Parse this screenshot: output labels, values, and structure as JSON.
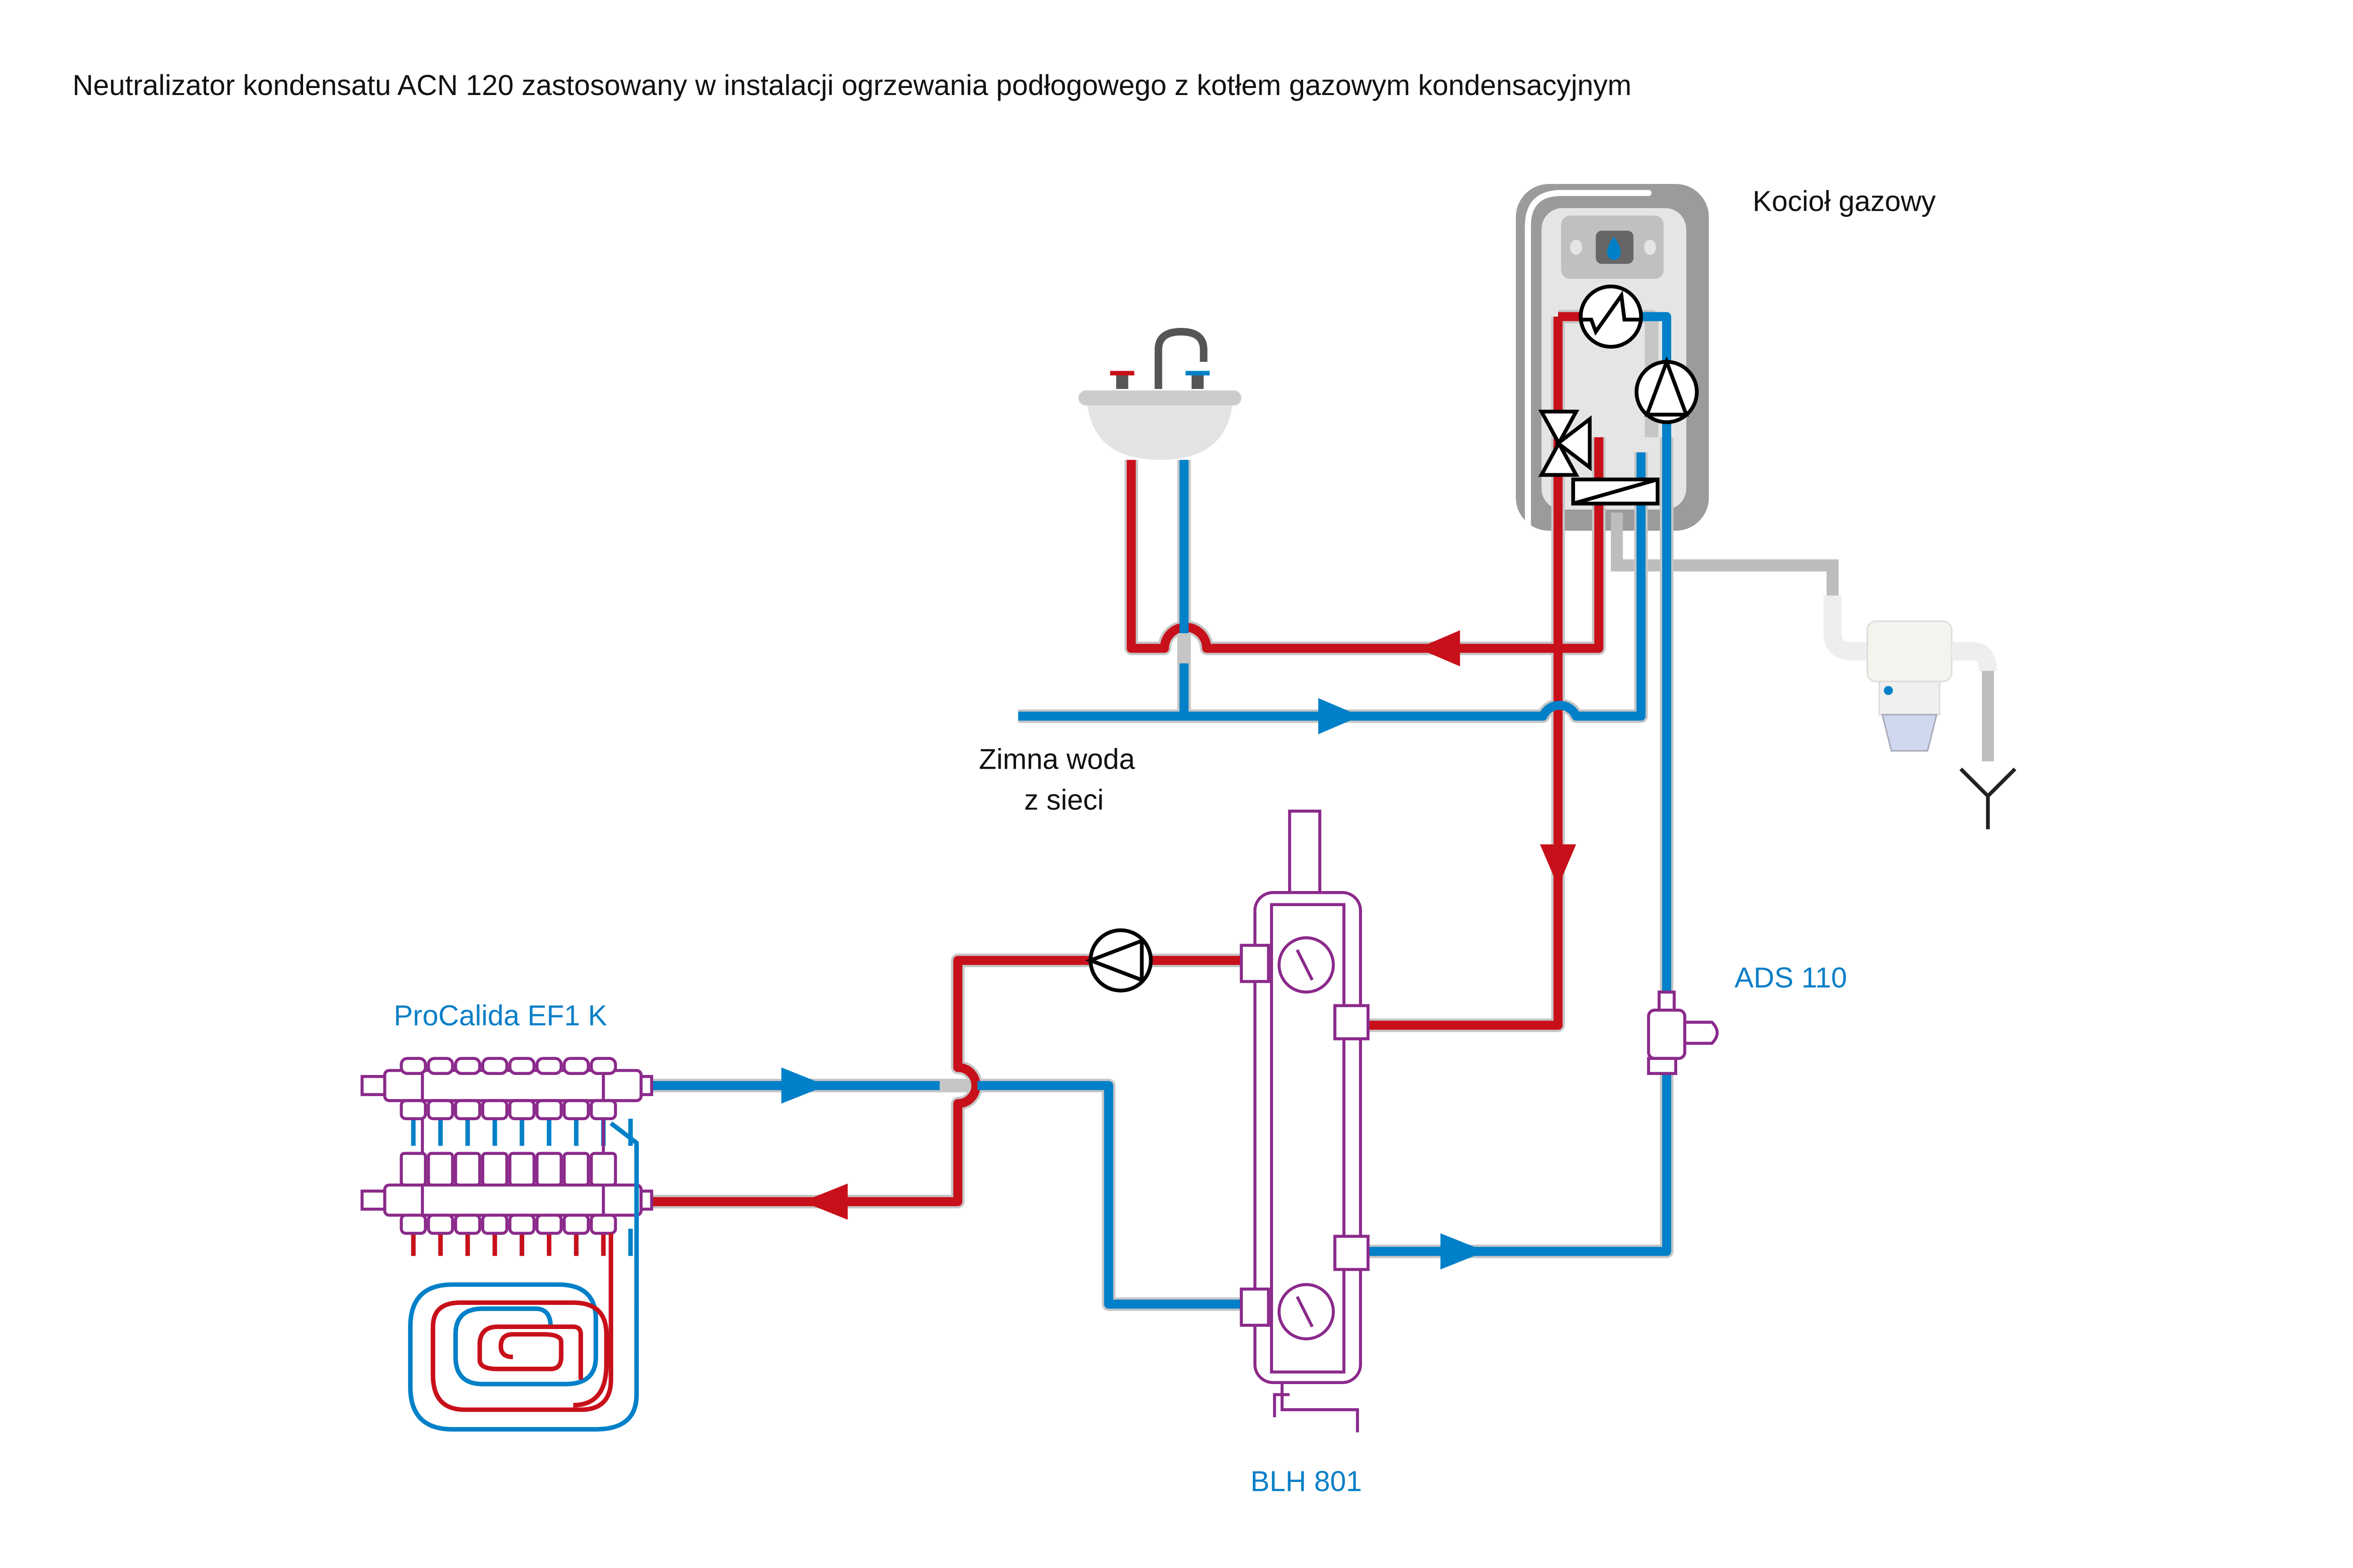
{
  "title": "Neutralizator kondensatu ACN 120 zastosowany w instalacji ogrzewania podłogowego z kotłem gazowym kondensacyjnym",
  "labels": {
    "boiler": "Kocioł gazowy",
    "cold_water_line1": "Zimna woda",
    "cold_water_line2": "z sieci",
    "manifold": "ProCalida EF1 K",
    "separator": "BLH 801",
    "valve": "ADS 110"
  },
  "colors": {
    "hot": "#c8101a",
    "cold": "#0080c8",
    "condensate": "#bdbdbd",
    "component": "#8b2a8b",
    "boiler_body": "#9b9b9b",
    "product_label": "#0a7fc8"
  },
  "icons": [
    "flame-icon",
    "heat-exchanger-icon",
    "pump-icon",
    "three-way-valve-icon",
    "plate-heat-exchanger-icon",
    "sink-icon",
    "drain-icon",
    "pressure-gauge-icon"
  ]
}
